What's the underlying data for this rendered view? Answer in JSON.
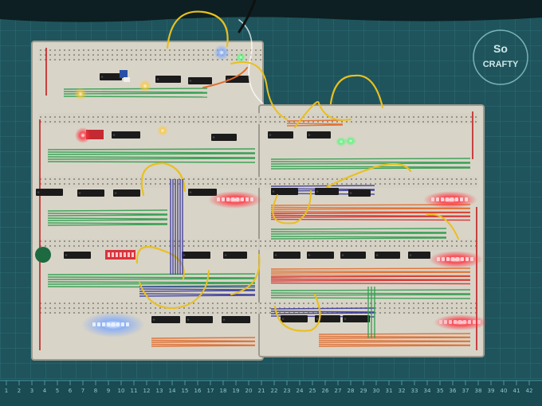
{
  "scene": {
    "subject": "breadboard-computer",
    "mat_logo": {
      "top": "So",
      "bottom": "CRAFTY"
    },
    "ruler_numbers": [
      "1",
      "2",
      "3",
      "4",
      "5",
      "6",
      "7",
      "8",
      "9",
      "10",
      "11",
      "12",
      "13",
      "14",
      "15",
      "16",
      "17",
      "18",
      "19",
      "20",
      "21",
      "22",
      "23",
      "24",
      "25",
      "26",
      "27",
      "28",
      "29",
      "30",
      "31",
      "32",
      "33",
      "34",
      "35",
      "36",
      "37",
      "38",
      "39",
      "40",
      "41",
      "42"
    ]
  },
  "colors": {
    "mat": "#1f545c",
    "grid": "#3f8c94",
    "board": "#d9d4c8",
    "chip": "#1b1b1b",
    "wire_green": "#2e9d4e",
    "wire_blue": "#3a3a9a",
    "wire_orange": "#e06a2a",
    "wire_yellow": "#e8c020",
    "wire_red": "#d43030",
    "led_red": "#ff3340",
    "led_blue": "#7aa8ff",
    "led_green": "#3cff6a"
  }
}
